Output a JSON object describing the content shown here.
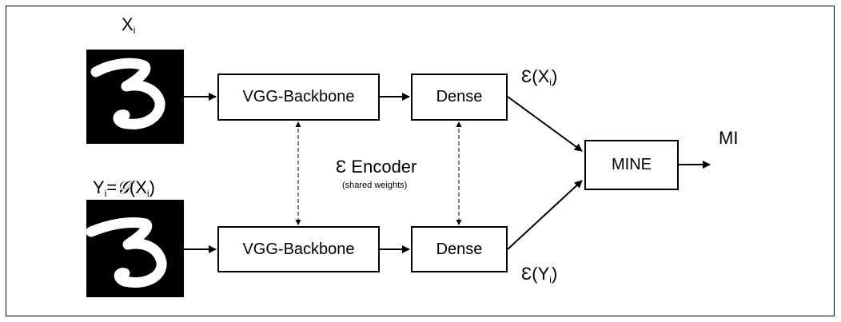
{
  "inputs": {
    "x_label_main": "X",
    "x_label_sub": "i",
    "y_label_y": "Y",
    "y_label_y_sub": "i",
    "y_label_eq": "=",
    "y_label_g": "𝒢",
    "y_label_open": "(X",
    "y_label_x_sub": "i",
    "y_label_close": ")"
  },
  "blocks": {
    "backbone_top": "VGG-Backbone",
    "backbone_bottom": "VGG-Backbone",
    "dense_top": "Dense",
    "dense_bottom": "Dense",
    "mine": "MINE"
  },
  "encoder": {
    "symbol": "Ɛ",
    "title": "Encoder",
    "subtitle": "(shared weights)"
  },
  "outputs": {
    "ex_prefix": "Ɛ(X",
    "ex_sub": "i",
    "ex_suffix": ")",
    "ey_prefix": "Ɛ(Y",
    "ey_sub": "i",
    "ey_suffix": ")",
    "mi": "MI"
  },
  "colors": {
    "line": "#000000",
    "digit_bg": "#000000",
    "digit_stroke": "#ffffff"
  }
}
